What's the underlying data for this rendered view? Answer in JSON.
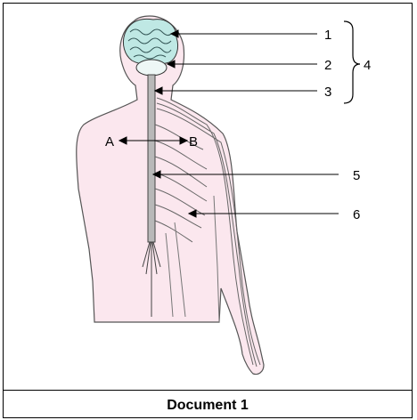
{
  "diagram": {
    "labels": {
      "n1": "1",
      "n2": "2",
      "n3": "3",
      "n4": "4",
      "n5": "5",
      "n6": "6",
      "a": "A",
      "b": "B"
    }
  },
  "caption": "Document 1",
  "colors": {
    "skin": "#fbe7ee",
    "outline": "#555555",
    "brain": "#bfe8e4",
    "cord": "#b8b8b8"
  }
}
